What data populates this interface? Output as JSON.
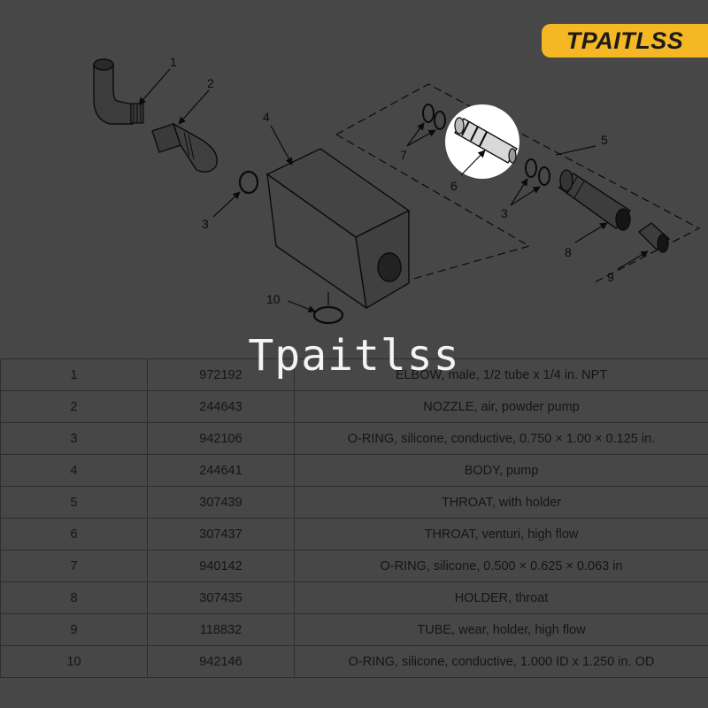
{
  "brand": {
    "badge": "TPAITLSS",
    "watermark": "Tpaitlss"
  },
  "diagram": {
    "callouts": [
      "1",
      "2",
      "3",
      "4",
      "5",
      "6",
      "7",
      "3",
      "8",
      "9",
      "10"
    ]
  },
  "parts": [
    {
      "ref": "1",
      "part": "972192",
      "description": "ELBOW, male, 1/2 tube x 1/4 in. NPT"
    },
    {
      "ref": "2",
      "part": "244643",
      "description": "NOZZLE, air, powder pump"
    },
    {
      "ref": "3",
      "part": "942106",
      "description": "O-RING, silicone, conductive, 0.750 × 1.00 × 0.125 in."
    },
    {
      "ref": "4",
      "part": "244641",
      "description": "BODY, pump"
    },
    {
      "ref": "5",
      "part": "307439",
      "description": "THROAT, with holder"
    },
    {
      "ref": "6",
      "part": "307437",
      "description": "THROAT, venturi, high flow"
    },
    {
      "ref": "7",
      "part": "940142",
      "description": "O-RING, silicone, 0.500 × 0.625 × 0.063 in"
    },
    {
      "ref": "8",
      "part": "307435",
      "description": "HOLDER, throat"
    },
    {
      "ref": "9",
      "part": "118832",
      "description": "TUBE, wear, holder, high flow"
    },
    {
      "ref": "10",
      "part": "942146",
      "description": "O-RING, silicone, conductive, 1.000 ID x 1.250 in. OD"
    }
  ],
  "colors": {
    "background": "#474747",
    "badge": "#f5b724",
    "highlight": "#ffffff",
    "line": "#0b0b0b"
  }
}
